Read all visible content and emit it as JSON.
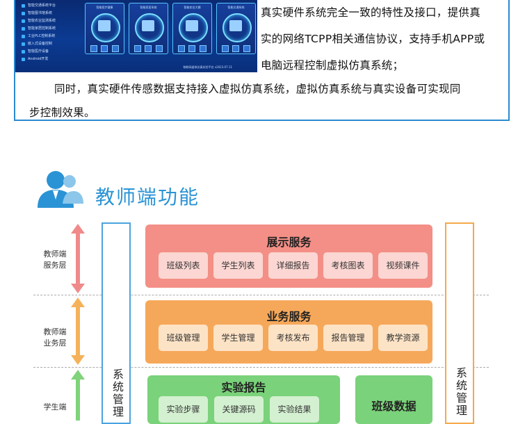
{
  "top": {
    "screenshot": {
      "menu": [
        "智能交通系统平台",
        "智能图书馆系统",
        "智能农业监测系统",
        "智能家居控制系统",
        "工业PLC控制系统",
        "嵌入式设备控制",
        "智能医疗设备",
        "Android开发"
      ],
      "cards": [
        "智能医疗健康",
        "智能家居系统",
        "智能农业大棚",
        "智能交通系统"
      ],
      "footer": "物联网虚拟仿真实验平台 v2023.07.11"
    },
    "lines": [
      "真实硬件系统完全一致的特性及接口，提供真",
      "实的网络TCPP相关通信协议，支持手机APP或",
      "电脑远程控制虚拟仿真系统；",
      "同时，真实硬件传感数据支持接入虚拟仿真系统，虚拟仿真系统与真实设备可实现同",
      "步控制效果。"
    ]
  },
  "section": {
    "title": "教师端功能",
    "icon": "teacher-icon",
    "accent": "#2a93d5"
  },
  "layers": [
    {
      "label": "教师端\n服务层",
      "color": "#f08a8a"
    },
    {
      "label": "教师端\n业务层",
      "color": "#f5b25a"
    },
    {
      "label": "学生端",
      "color": "#7fd37a"
    }
  ],
  "sysbars": {
    "left": {
      "label": "系统管理",
      "color": "#4aa3e0"
    },
    "right": {
      "label": "系统管理",
      "color": "#f5a94a"
    }
  },
  "panels": {
    "display": {
      "title": "展示服务",
      "color": "#f38f86",
      "buttons": [
        "班级列表",
        "学生列表",
        "详细报告",
        "考核图表",
        "视频课件"
      ]
    },
    "business": {
      "title": "业务服务",
      "color": "#f6a85a",
      "buttons": [
        "班级管理",
        "学生管理",
        "考核发布",
        "报告管理",
        "教学资源"
      ]
    },
    "report": {
      "title": "实验报告",
      "color": "#7ad27a",
      "buttons": [
        "实验步骤",
        "关键源码",
        "实验结果"
      ]
    },
    "classdata": {
      "title": "班级数据",
      "color": "#7ad27a"
    }
  }
}
